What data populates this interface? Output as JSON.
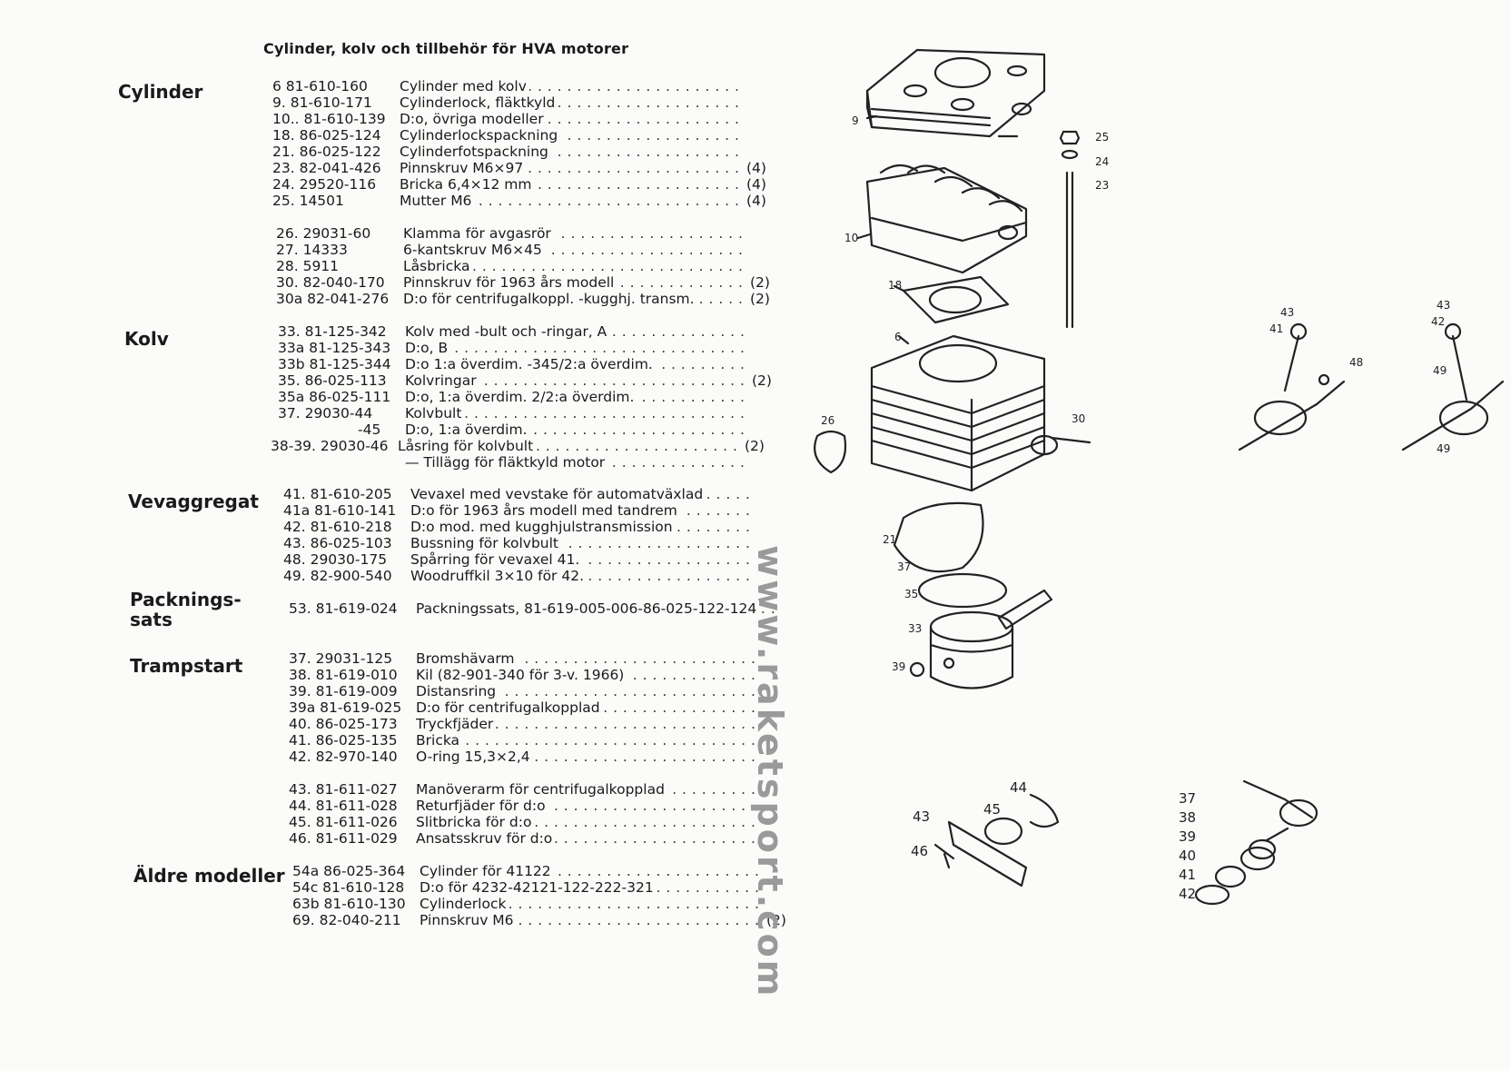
{
  "title": "Cylinder, kolv och tillbehör för HVA motorer",
  "watermark": "www.raketsport.com",
  "sections": [
    {
      "heading": "Cylinder",
      "rows": [
        {
          "ref": "6  81-610-160",
          "desc": "Cylinder med kolv",
          "qty": ""
        },
        {
          "ref": "9.  81-610-171",
          "desc": "Cylinderlock, fläktkyld",
          "qty": ""
        },
        {
          "ref": "10..  81-610-139",
          "desc": "D:o, övriga modeller",
          "qty": ""
        },
        {
          "ref": "18.  86-025-124",
          "desc": "Cylinderlockspackning",
          "qty": ""
        },
        {
          "ref": "21.  86-025-122",
          "desc": "Cylinderfotspackning",
          "qty": ""
        },
        {
          "ref": "23.  82-041-426",
          "desc": "Pinnskruv M6×97",
          "qty": "(4)"
        },
        {
          "ref": "24.  29520-116",
          "desc": "Bricka 6,4×12 mm",
          "qty": "(4)"
        },
        {
          "ref": "25.  14501",
          "desc": "Mutter M6",
          "qty": "(4)"
        }
      ]
    },
    {
      "heading": "",
      "rows": [
        {
          "ref": "26.  29031-60",
          "desc": "Klamma för avgasrör",
          "qty": ""
        },
        {
          "ref": "27.  14333",
          "desc": "6-kantskruv M6×45",
          "qty": ""
        },
        {
          "ref": "28.  5911",
          "desc": "Låsbricka",
          "qty": ""
        },
        {
          "ref": "30.  82-040-170",
          "desc": "Pinnskruv för 1963 års modell",
          "qty": "(2)"
        },
        {
          "ref": "30a  82-041-276",
          "desc": "D:o för centrifugalkoppl. -kugghj. transm.",
          "qty": "(2)"
        }
      ]
    },
    {
      "heading": "Kolv",
      "rows": [
        {
          "ref": "33.  81-125-342",
          "desc": "Kolv med -bult och -ringar, A",
          "qty": ""
        },
        {
          "ref": "33a  81-125-343",
          "desc": "D:o, B",
          "qty": ""
        },
        {
          "ref": "33b  81-125-344",
          "desc": "D:o 1:a överdim. -345/2:a överdim.",
          "qty": ""
        },
        {
          "ref": "35.  86-025-113",
          "desc": "Kolvringar",
          "qty": "(2)"
        },
        {
          "ref": "35a  86-025-111",
          "desc": "D:o, 1:a överdim. 2/2:a överdim.",
          "qty": ""
        },
        {
          "ref": "37.  29030-44",
          "desc": "Kolvbult",
          "qty": ""
        },
        {
          "ref": "-45",
          "desc": "D:o, 1:a överdim.",
          "qty": ""
        },
        {
          "ref": "38-39. 29030-46",
          "desc": "Låsring för kolvbult",
          "qty": "(2)"
        },
        {
          "ref": "",
          "desc": "— Tillägg för fläktkyld motor",
          "qty": ""
        }
      ]
    },
    {
      "heading": "Vevaggregat",
      "rows": [
        {
          "ref": "41.  81-610-205",
          "desc": "Vevaxel med vevstake för automatväxlad",
          "qty": ""
        },
        {
          "ref": "41a  81-610-141",
          "desc": "D:o för 1963 års modell med tandrem",
          "qty": ""
        },
        {
          "ref": "42.  81-610-218",
          "desc": "D:o mod. med kugghjulstransmission",
          "qty": ""
        },
        {
          "ref": "43.  86-025-103",
          "desc": "Bussning för kolvbult",
          "qty": ""
        },
        {
          "ref": "48.  29030-175",
          "desc": "Spårring för vevaxel 41.",
          "qty": ""
        },
        {
          "ref": "49.  82-900-540",
          "desc": "Woodruffkil 3×10 för 42.",
          "qty": ""
        }
      ]
    },
    {
      "heading": "Packnings-\nsats",
      "rows": [
        {
          "ref": "53.  81-619-024",
          "desc": "Packningssats, 81-619-005-006-86-025-122-124",
          "qty": ""
        }
      ]
    },
    {
      "heading": "Trampstart",
      "rows": [
        {
          "ref": "37.  29031-125",
          "desc": "Bromshävarm",
          "qty": ""
        },
        {
          "ref": "38.  81-619-010",
          "desc": "Kil (82-901-340 för 3-v. 1966)",
          "qty": ""
        },
        {
          "ref": "39.  81-619-009",
          "desc": "Distansring",
          "qty": ""
        },
        {
          "ref": "39a  81-619-025",
          "desc": "D:o för centrifugalkopplad",
          "qty": ""
        },
        {
          "ref": "40.  86-025-173",
          "desc": "Tryckfjäder",
          "qty": ""
        },
        {
          "ref": "41.  86-025-135",
          "desc": "Bricka",
          "qty": ""
        },
        {
          "ref": "42.  82-970-140",
          "desc": "O-ring 15,3×2,4",
          "qty": ""
        }
      ]
    },
    {
      "heading": "",
      "rows": [
        {
          "ref": "43.  81-611-027",
          "desc": "Manöverarm för centrifugalkopplad",
          "qty": ""
        },
        {
          "ref": "44.  81-611-028",
          "desc": "Returfjäder för d:o",
          "qty": ""
        },
        {
          "ref": "45.  81-611-026",
          "desc": "Slitbricka för d:o",
          "qty": ""
        },
        {
          "ref": "46.  81-611-029",
          "desc": "Ansatsskruv för d:o",
          "qty": ""
        }
      ]
    },
    {
      "heading": "Äldre modeller",
      "rows": [
        {
          "ref": "54a  86-025-364",
          "desc": "Cylinder för 41122",
          "qty": ""
        },
        {
          "ref": "54c  81-610-128",
          "desc": "D:o för 4232-42121-122-222-321",
          "qty": ""
        },
        {
          "ref": "63b  81-610-130",
          "desc": "Cylinderlock",
          "qty": ""
        },
        {
          "ref": "69.  82-040-211",
          "desc": "Pinnskruv M6",
          "qty": "(2)"
        }
      ]
    }
  ],
  "diagram_callouts": {
    "cylinder_assembly": [
      "9",
      "10",
      "18",
      "6",
      "26",
      "30",
      "25",
      "24",
      "23",
      "21",
      "37",
      "35",
      "33",
      "39"
    ],
    "crankshaft_left": [
      "43",
      "41",
      "48"
    ],
    "crankshaft_right": [
      "43",
      "42",
      "49",
      "49"
    ],
    "lever_group": [
      "44",
      "43",
      "45",
      "46"
    ],
    "kickstart_group": [
      "37",
      "38",
      "39",
      "40",
      "41",
      "42"
    ]
  }
}
